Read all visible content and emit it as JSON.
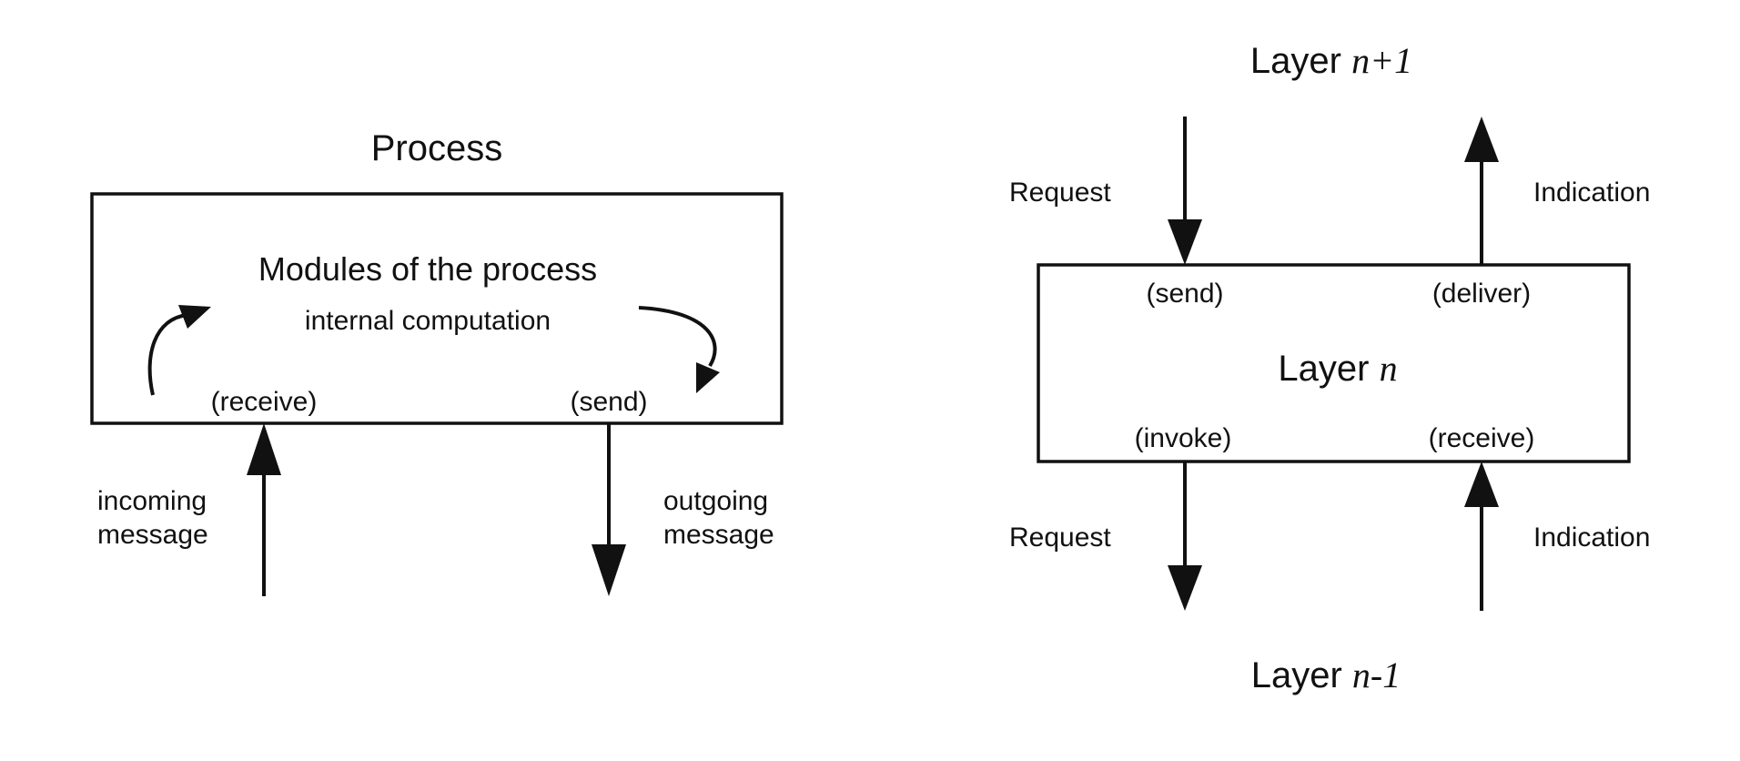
{
  "process_diagram": {
    "title": "Process",
    "modules_label": "Modules of the process",
    "computation_label": "internal computation",
    "receive_label": "(receive)",
    "send_label": "(send)",
    "incoming_line1": "incoming",
    "incoming_line2": "message",
    "outgoing_line1": "outgoing",
    "outgoing_line2": "message"
  },
  "layer_diagram": {
    "upper_layer_prefix": "Layer ",
    "upper_layer_var": "n+1",
    "middle_layer_prefix": "Layer ",
    "middle_layer_var": "n",
    "lower_layer_prefix": "Layer ",
    "lower_layer_var": "n-1",
    "request_top": "Request",
    "indication_top": "Indication",
    "request_bottom": "Request",
    "indication_bottom": "Indication",
    "send_label": "(send)",
    "deliver_label": "(deliver)",
    "invoke_label": "(invoke)",
    "receive_label": "(receive)"
  },
  "colors": {
    "ink": "#111111",
    "background": "#ffffff"
  }
}
